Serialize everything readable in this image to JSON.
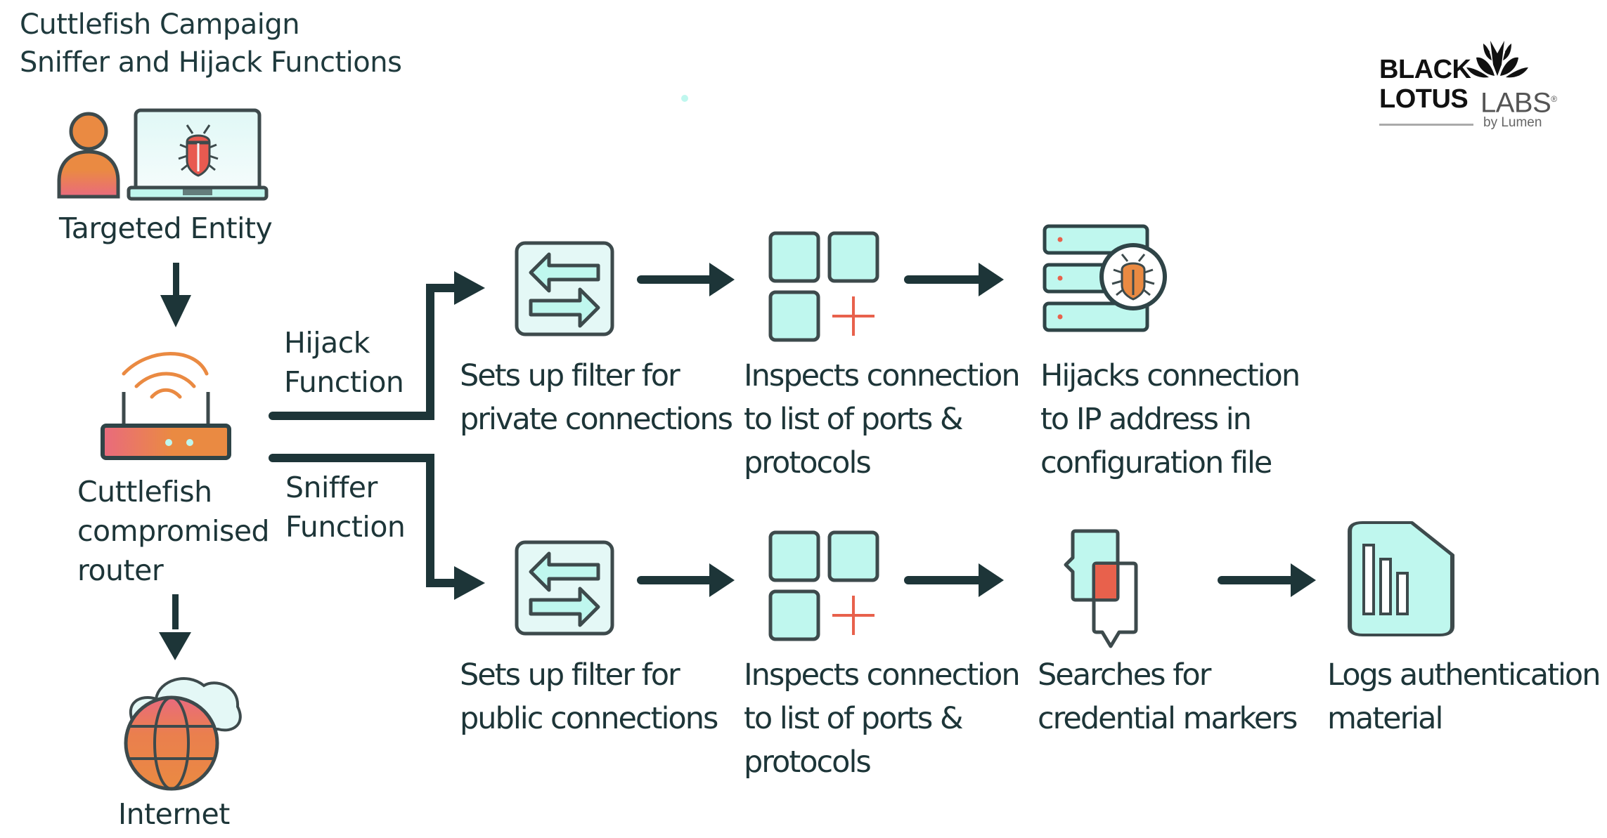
{
  "title": {
    "line1": "Cuttlefish Campaign",
    "line2": "Sniffer and Hijack Functions"
  },
  "logo": {
    "word1": "BLACK",
    "word2": "LOTUS",
    "word3": "LABS",
    "registered": "®",
    "byline": "by Lumen"
  },
  "colors": {
    "dark": "#1d3538",
    "outline": "#3d4a4c",
    "mint": "#bff7ee",
    "mint_light": "#e4f8f6",
    "orange": "#ea8a42",
    "pink": "#e96a7e",
    "red": "#e8614c"
  },
  "left_column": {
    "targeted_entity": {
      "label": "Targeted Entity",
      "icons": [
        "person-icon",
        "laptop-bug-icon"
      ]
    },
    "router": {
      "lines": [
        "Cuttlefish",
        "compromised",
        "router"
      ],
      "icon": "wifi-router-icon"
    },
    "internet": {
      "label": "Internet",
      "icon": "globe-cloud-icon"
    }
  },
  "branches": {
    "hijack": {
      "lines": [
        "Hijack",
        "Function"
      ]
    },
    "sniffer": {
      "lines": [
        "Sniffer",
        "Function"
      ]
    }
  },
  "hijack_steps": [
    {
      "icon": "filter-arrows-icon",
      "lines": [
        "Sets up filter for",
        "private connections"
      ]
    },
    {
      "icon": "grid-add-icon",
      "lines": [
        "Inspects connection",
        "to list of ports &",
        "protocols"
      ]
    },
    {
      "icon": "server-bug-icon",
      "lines": [
        "Hijacks connection",
        "to IP address in",
        "configuration file"
      ]
    }
  ],
  "sniffer_steps": [
    {
      "icon": "filter-arrows-icon",
      "lines": [
        "Sets up filter for",
        "public connections"
      ]
    },
    {
      "icon": "grid-add-icon",
      "lines": [
        "Inspects connection",
        "to list of ports &",
        "protocols"
      ]
    },
    {
      "icon": "chat-overlap-icon",
      "lines": [
        "Searches for",
        "credential markers"
      ]
    },
    {
      "icon": "bar-chart-file-icon",
      "lines": [
        "Logs authentication",
        "material"
      ]
    }
  ]
}
